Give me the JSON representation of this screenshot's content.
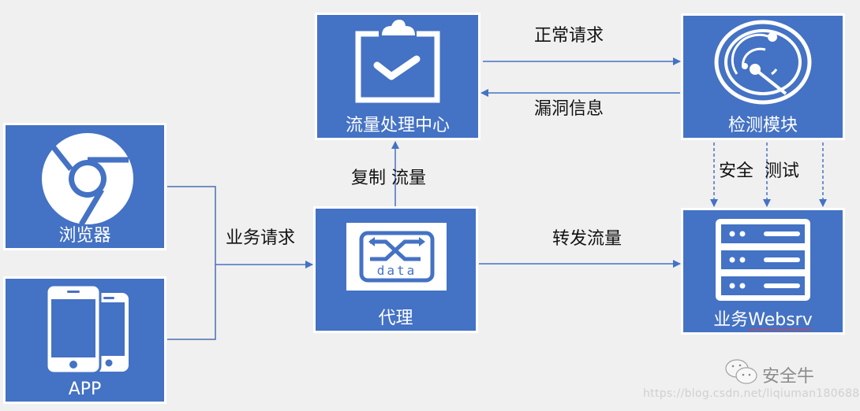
{
  "diagram": {
    "nodes": {
      "browser": {
        "label": "浏览器",
        "icon": "chrome-browser-icon"
      },
      "app": {
        "label": "APP",
        "icon": "mobile-phones-icon"
      },
      "traffic_center": {
        "label": "流量处理中心",
        "icon": "clipboard-check-icon"
      },
      "proxy": {
        "label": "代理",
        "icon": "data-shuffle-icon",
        "icon_text": "data"
      },
      "detector": {
        "label": "检测模块",
        "icon": "radar-icon"
      },
      "websrv": {
        "label_prefix": "业务",
        "label_suffix": "Websrv",
        "icon": "server-rack-icon"
      }
    },
    "edges": {
      "business_request": "业务请求",
      "copy_traffic": "复制 流量",
      "normal_request": "正常请求",
      "vuln_info": "漏洞信息",
      "forward_traffic": "转发流量",
      "security_test": "安全  测试"
    },
    "colors": {
      "box": "#4472c4",
      "line": "#4472c4",
      "background": "#f0f0f0",
      "text": "#111111"
    }
  },
  "watermark": {
    "brand": "安全牛",
    "url": "https://blog.csdn.net/liqiuman180688"
  }
}
